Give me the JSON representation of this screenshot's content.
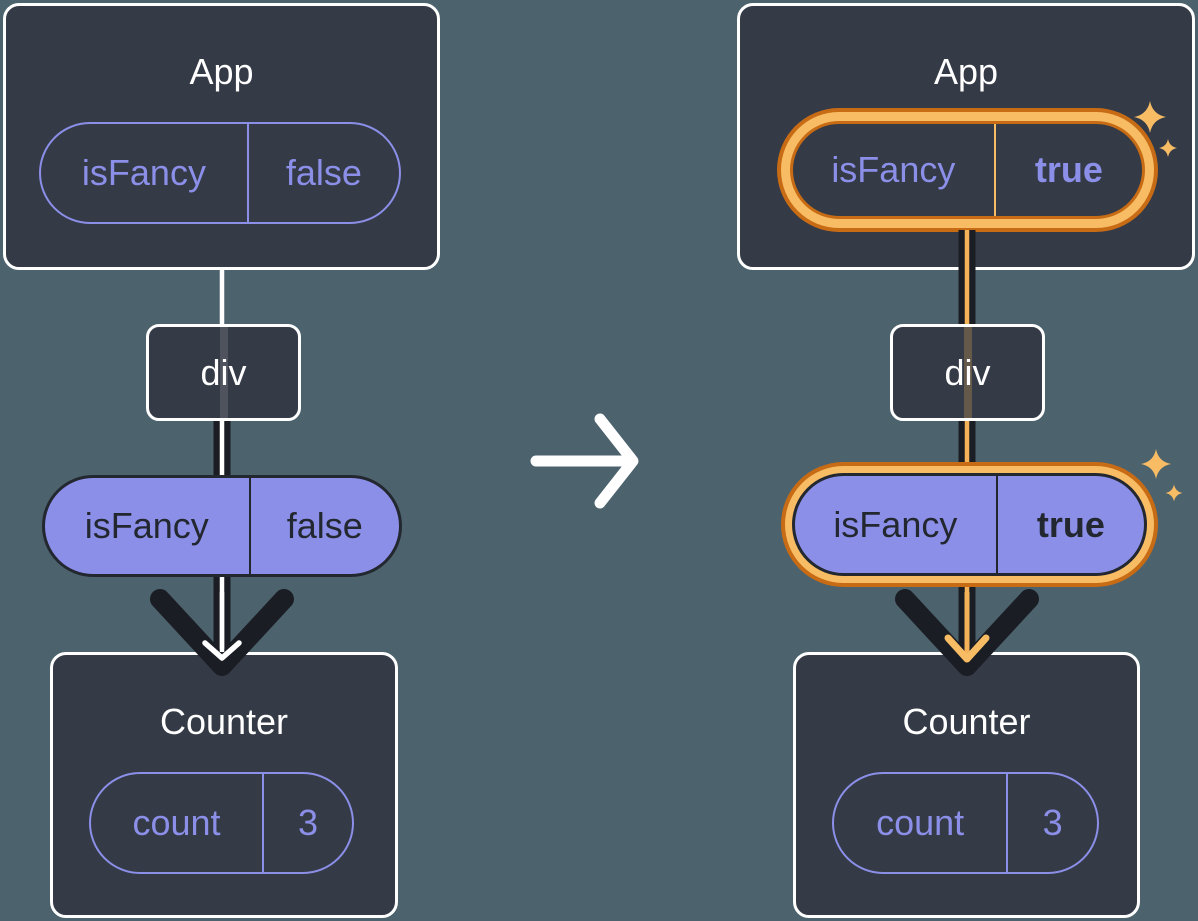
{
  "colors": {
    "page-bg": "#4C626D",
    "box-bg": "#343A46",
    "white": "#FFFFFF",
    "purple": "#8B8FE8",
    "dark-text": "#23272F",
    "dark-line": "#1B1D24",
    "orange-light": "#F8BD64",
    "orange-dark": "#C76B15",
    "orange-line": "#F4B259"
  },
  "before": {
    "app": {
      "title": "App",
      "state_pill": {
        "key": "isFancy",
        "value": "false"
      }
    },
    "div": {
      "label": "div"
    },
    "prop_pill": {
      "key": "isFancy",
      "value": "false"
    },
    "counter": {
      "title": "Counter",
      "state_pill": {
        "key": "count",
        "value": "3"
      }
    }
  },
  "after": {
    "app": {
      "title": "App",
      "state_pill": {
        "key": "isFancy",
        "value": "true"
      }
    },
    "div": {
      "label": "div"
    },
    "prop_pill": {
      "key": "isFancy",
      "value": "true"
    },
    "counter": {
      "title": "Counter",
      "state_pill": {
        "key": "count",
        "value": "3"
      }
    }
  },
  "icons": {
    "transition": "right-arrow",
    "highlight": "sparkles"
  }
}
